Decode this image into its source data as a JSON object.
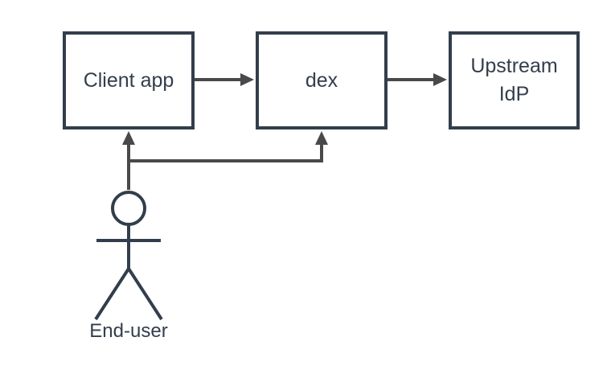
{
  "diagram": {
    "colors": {
      "background": "#ffffff",
      "node_border": "#333e4c",
      "node_fill": "#ffffff",
      "node_text": "#333e4c",
      "connector": "#47494b",
      "actor_stroke": "#333e4c"
    },
    "nodes": [
      {
        "id": "client-app",
        "lines": [
          "Client app"
        ]
      },
      {
        "id": "dex",
        "lines": [
          "dex"
        ]
      },
      {
        "id": "upstream-idp",
        "lines": [
          "Upstream",
          "IdP"
        ]
      }
    ],
    "actor": {
      "label": "End-user"
    },
    "edges": [
      {
        "from": "client-app",
        "to": "dex"
      },
      {
        "from": "dex",
        "to": "upstream-idp"
      },
      {
        "from": "end-user",
        "to": "client-app"
      },
      {
        "from": "end-user",
        "to": "dex"
      }
    ]
  }
}
